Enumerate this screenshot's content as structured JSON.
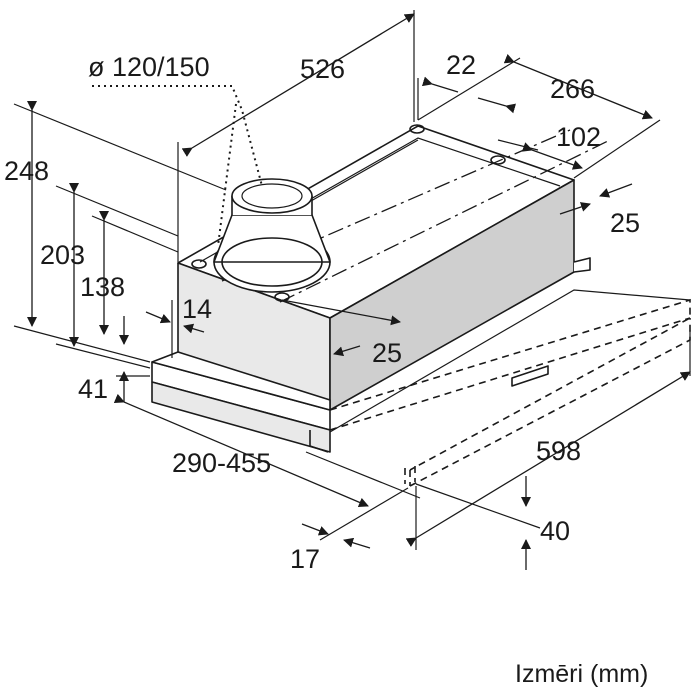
{
  "diagram": {
    "duct_diameter": "ø 120/150",
    "dimensions": {
      "width_526": "526",
      "offset_22": "22",
      "depth_266": "266",
      "depth_102": "102",
      "gap_25_right": "25",
      "height_248": "248",
      "height_203": "203",
      "height_138": "138",
      "offset_14": "14",
      "gap_25_front": "25",
      "front_41": "41",
      "extension_290_455": "290-455",
      "width_598": "598",
      "front_40": "40",
      "front_17": "17"
    },
    "caption": "Izmēri (mm)"
  }
}
